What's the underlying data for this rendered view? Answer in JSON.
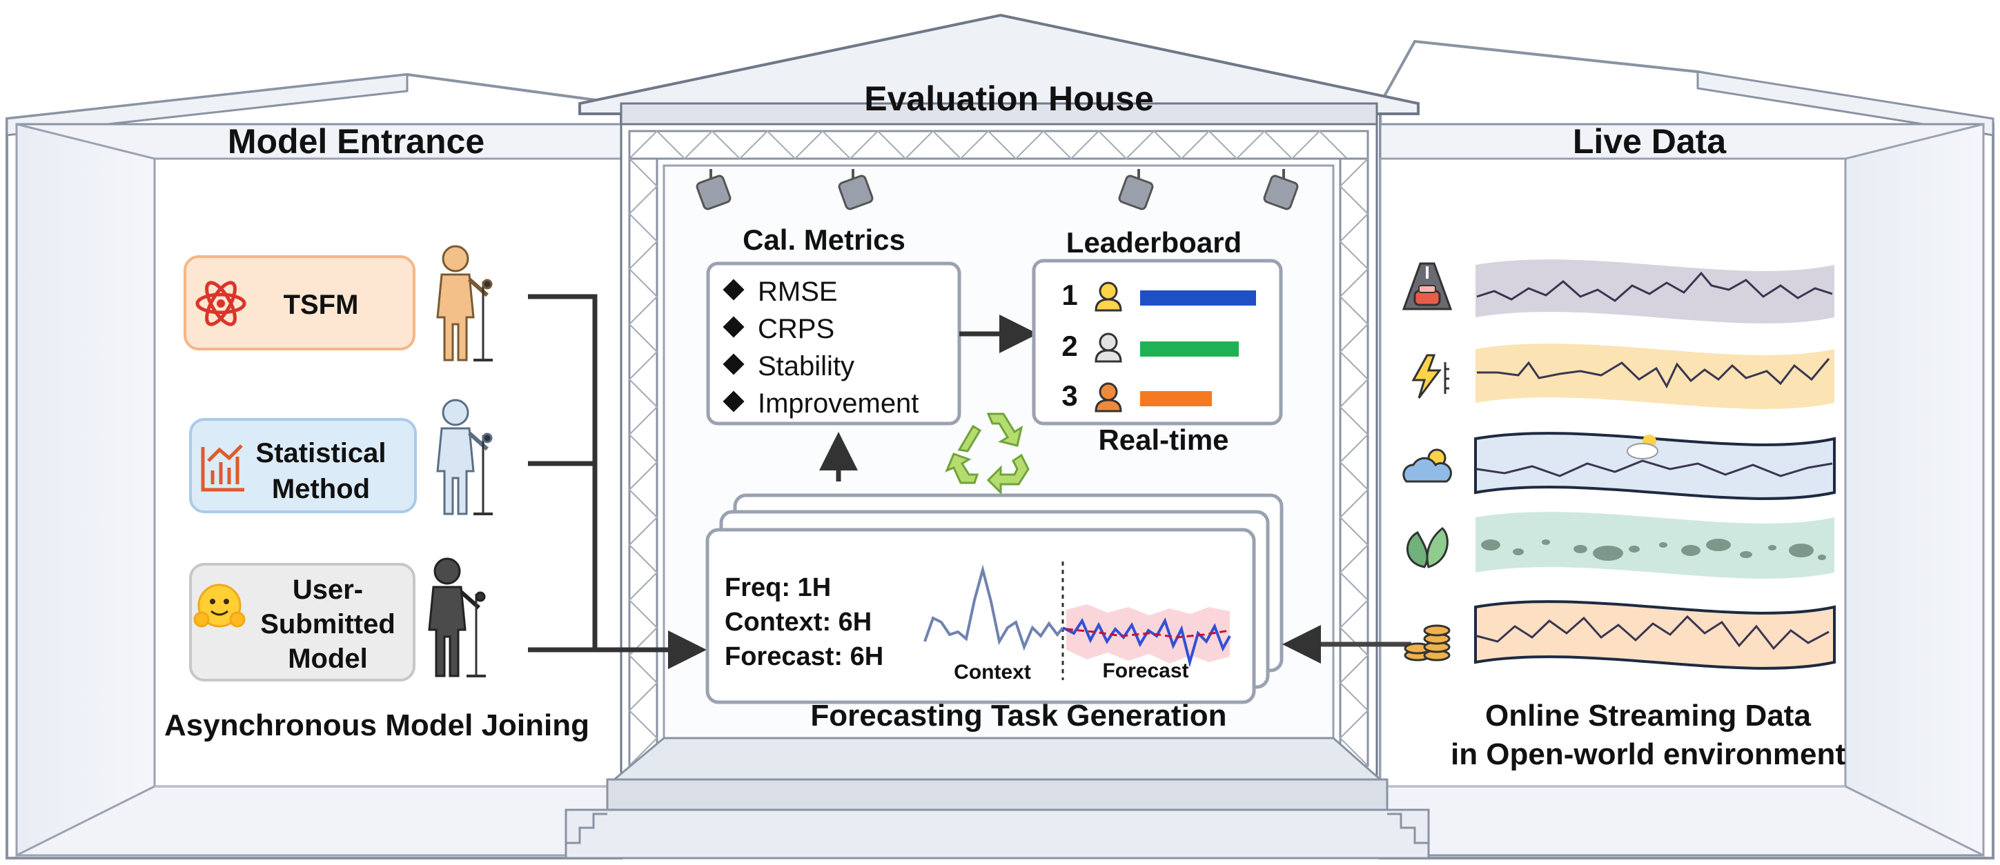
{
  "sections": {
    "model_entrance": "Model Entrance",
    "evaluation_house": "Evaluation House",
    "live_data": "Live Data"
  },
  "models": {
    "tsfm": "TSFM",
    "statistical_line1": "Statistical",
    "statistical_line2": "Method",
    "user_line1": "User-",
    "user_line2": "Submitted",
    "user_line3": "Model"
  },
  "async_caption": "Asynchronous Model Joining",
  "metrics": {
    "title": "Cal. Metrics",
    "items": [
      "RMSE",
      "CRPS",
      "Stability",
      "Improvement"
    ]
  },
  "leaderboard": {
    "title": "Leaderboard",
    "ranks": [
      "1",
      "2",
      "3"
    ],
    "bar_fractions": [
      1.0,
      0.85,
      0.62
    ],
    "bar_colors": [
      "#1f4fc4",
      "#1fb254",
      "#f57a1f"
    ],
    "caption": "Real-time"
  },
  "task": {
    "freq": "Freq: 1H",
    "context": "Context: 6H",
    "forecast": "Forecast: 6H",
    "context_label": "Context",
    "forecast_label": "Forecast",
    "caption": "Forecasting Task Generation"
  },
  "streams": {
    "icons": [
      "traffic-car-icon",
      "electricity-icon",
      "weather-icon",
      "nature-leaf-icon",
      "finance-coins-icon"
    ],
    "band_colors": [
      "#d6d3df",
      "#fbe3b3",
      "#dde8f4",
      "#cfe8df",
      "#fde0c4"
    ]
  },
  "stream_caption_line1": "Online Streaming Data",
  "stream_caption_line2": "in Open-world environment"
}
